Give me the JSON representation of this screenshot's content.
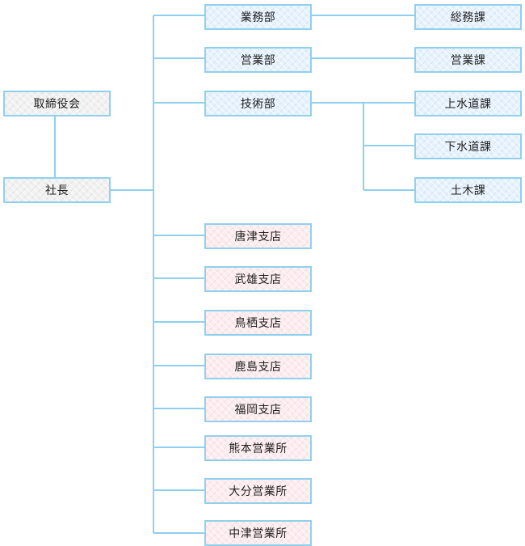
{
  "colors": {
    "line": "#8fd0ee",
    "box_border": "#8fd0ee",
    "top_fill": "#f1f1f1",
    "department_fill": "#e7f2fc",
    "branch_fill": "#fcecee",
    "text": "#222222"
  },
  "top": {
    "board": "取締役会",
    "president": "社長"
  },
  "departments": [
    {
      "label": "業務部",
      "sections": [
        "総務課"
      ]
    },
    {
      "label": "営業部",
      "sections": [
        "営業課"
      ]
    },
    {
      "label": "技術部",
      "sections": [
        "上水道課",
        "下水道課",
        "土木課"
      ]
    }
  ],
  "branches": [
    "唐津支店",
    "武雄支店",
    "鳥栖支店",
    "鹿島支店",
    "福岡支店",
    "熊本営業所",
    "大分営業所",
    "中津営業所"
  ]
}
